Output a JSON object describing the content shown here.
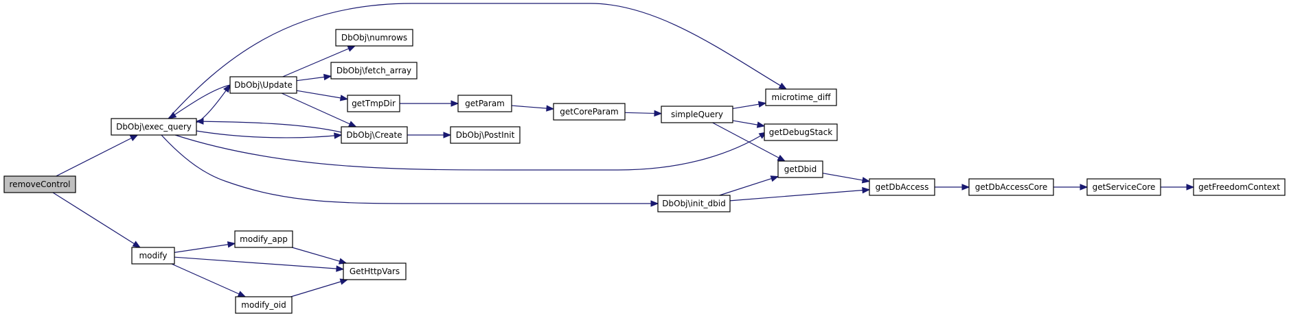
{
  "diagram": {
    "nodes": [
      {
        "id": "removeControl",
        "label": "removeControl",
        "root": true
      },
      {
        "id": "exec_query",
        "label": "DbObj\\exec_query"
      },
      {
        "id": "modify",
        "label": "modify"
      },
      {
        "id": "update",
        "label": "DbObj\\Update"
      },
      {
        "id": "create",
        "label": "DbObj\\Create"
      },
      {
        "id": "microtime_diff",
        "label": "microtime_diff"
      },
      {
        "id": "getDebugStack",
        "label": "getDebugStack"
      },
      {
        "id": "init_dbid",
        "label": "DbObj\\init_dbid"
      },
      {
        "id": "numrows",
        "label": "DbObj\\numrows"
      },
      {
        "id": "fetch_array",
        "label": "DbObj\\fetch_array"
      },
      {
        "id": "getTmpDir",
        "label": "getTmpDir"
      },
      {
        "id": "getParam",
        "label": "getParam"
      },
      {
        "id": "getCoreParam",
        "label": "getCoreParam"
      },
      {
        "id": "simpleQuery",
        "label": "simpleQuery"
      },
      {
        "id": "getDbid",
        "label": "getDbid"
      },
      {
        "id": "getDbAccess",
        "label": "getDbAccess"
      },
      {
        "id": "getDbAccessCore",
        "label": "getDbAccessCore"
      },
      {
        "id": "getServiceCore",
        "label": "getServiceCore"
      },
      {
        "id": "getFreedomContext",
        "label": "getFreedomContext"
      },
      {
        "id": "postInit",
        "label": "DbObj\\PostInit"
      },
      {
        "id": "modify_app",
        "label": "modify_app"
      },
      {
        "id": "modify_oid",
        "label": "modify_oid"
      },
      {
        "id": "getHttpVars",
        "label": "GetHttpVars"
      }
    ],
    "edges": [
      [
        "removeControl",
        "exec_query"
      ],
      [
        "removeControl",
        "modify"
      ],
      [
        "exec_query",
        "update"
      ],
      [
        "exec_query",
        "create"
      ],
      [
        "exec_query",
        "microtime_diff"
      ],
      [
        "exec_query",
        "getDebugStack"
      ],
      [
        "exec_query",
        "init_dbid"
      ],
      [
        "update",
        "exec_query"
      ],
      [
        "update",
        "numrows"
      ],
      [
        "update",
        "fetch_array"
      ],
      [
        "update",
        "getTmpDir"
      ],
      [
        "update",
        "create"
      ],
      [
        "create",
        "exec_query"
      ],
      [
        "create",
        "postInit"
      ],
      [
        "getTmpDir",
        "getParam"
      ],
      [
        "getParam",
        "getCoreParam"
      ],
      [
        "getCoreParam",
        "simpleQuery"
      ],
      [
        "simpleQuery",
        "microtime_diff"
      ],
      [
        "simpleQuery",
        "getDebugStack"
      ],
      [
        "simpleQuery",
        "getDbid"
      ],
      [
        "init_dbid",
        "getDbid"
      ],
      [
        "init_dbid",
        "getDbAccess"
      ],
      [
        "getDbid",
        "getDbAccess"
      ],
      [
        "getDbAccess",
        "getDbAccessCore"
      ],
      [
        "getDbAccessCore",
        "getServiceCore"
      ],
      [
        "getServiceCore",
        "getFreedomContext"
      ],
      [
        "modify",
        "modify_app"
      ],
      [
        "modify",
        "getHttpVars"
      ],
      [
        "modify",
        "modify_oid"
      ],
      [
        "modify_app",
        "getHttpVars"
      ],
      [
        "modify_oid",
        "getHttpVars"
      ]
    ],
    "colors": {
      "edge": "#191970",
      "root_fill": "#bfbfbf",
      "node_fill": "#ffffff",
      "node_stroke": "#000000"
    }
  }
}
